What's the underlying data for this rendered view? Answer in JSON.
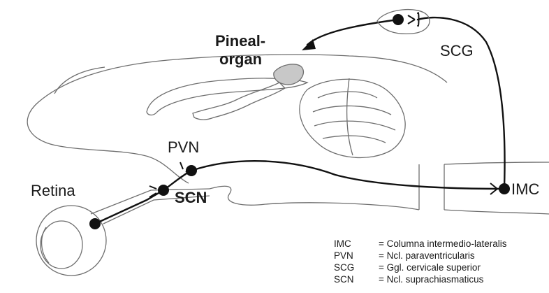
{
  "labels": {
    "pineal_line1": "Pineal-",
    "pineal_line2": "organ",
    "scg": "SCG",
    "pvn": "PVN",
    "retina": "Retina",
    "scn": "SCN",
    "imc": "IMC"
  },
  "legend": [
    {
      "abbr": "IMC",
      "desc": "= Columna intermedio-lateralis"
    },
    {
      "abbr": "PVN",
      "desc": "= Ncl. paraventricularis"
    },
    {
      "abbr": "SCG",
      "desc": "= Ggl. cervicale superior"
    },
    {
      "abbr": "SCN",
      "desc": "= Ncl. suprachiasmaticus"
    }
  ],
  "colors": {
    "outline": "#6e6e6e",
    "pathway": "#111111",
    "pineal_fill": "#c8c8c8"
  }
}
